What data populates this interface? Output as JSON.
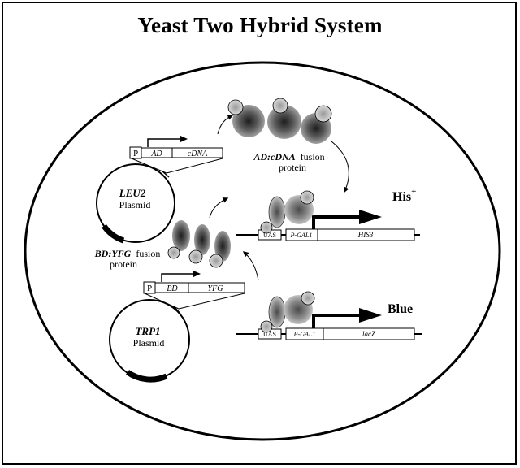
{
  "title": "Yeast Two Hybrid System",
  "ad_construct": {
    "promoter": "P",
    "ad": "AD",
    "cdna": "cDNA"
  },
  "leu2_plasmid": {
    "marker": "LEU2",
    "label": "Plasmid"
  },
  "ad_fusion_label": {
    "name": "AD:cDNA",
    "rest": "fusion",
    "line2": "protein"
  },
  "bd_construct": {
    "promoter": "P",
    "bd": "BD",
    "yfg": "YFG"
  },
  "trp1_plasmid": {
    "marker": "TRP1",
    "label": "Plasmid"
  },
  "bd_fusion_label": {
    "name": "BD:YFG",
    "rest": "fusion",
    "line2": "protein"
  },
  "his_reporter": {
    "uas": "UAS",
    "promoter": "P-GAL1",
    "gene": "HIS3",
    "phenotype": "His",
    "superscript": "+"
  },
  "lacz_reporter": {
    "uas": "UAS",
    "promoter": "P-GAL1",
    "gene": "lacZ",
    "phenotype": "Blue"
  }
}
